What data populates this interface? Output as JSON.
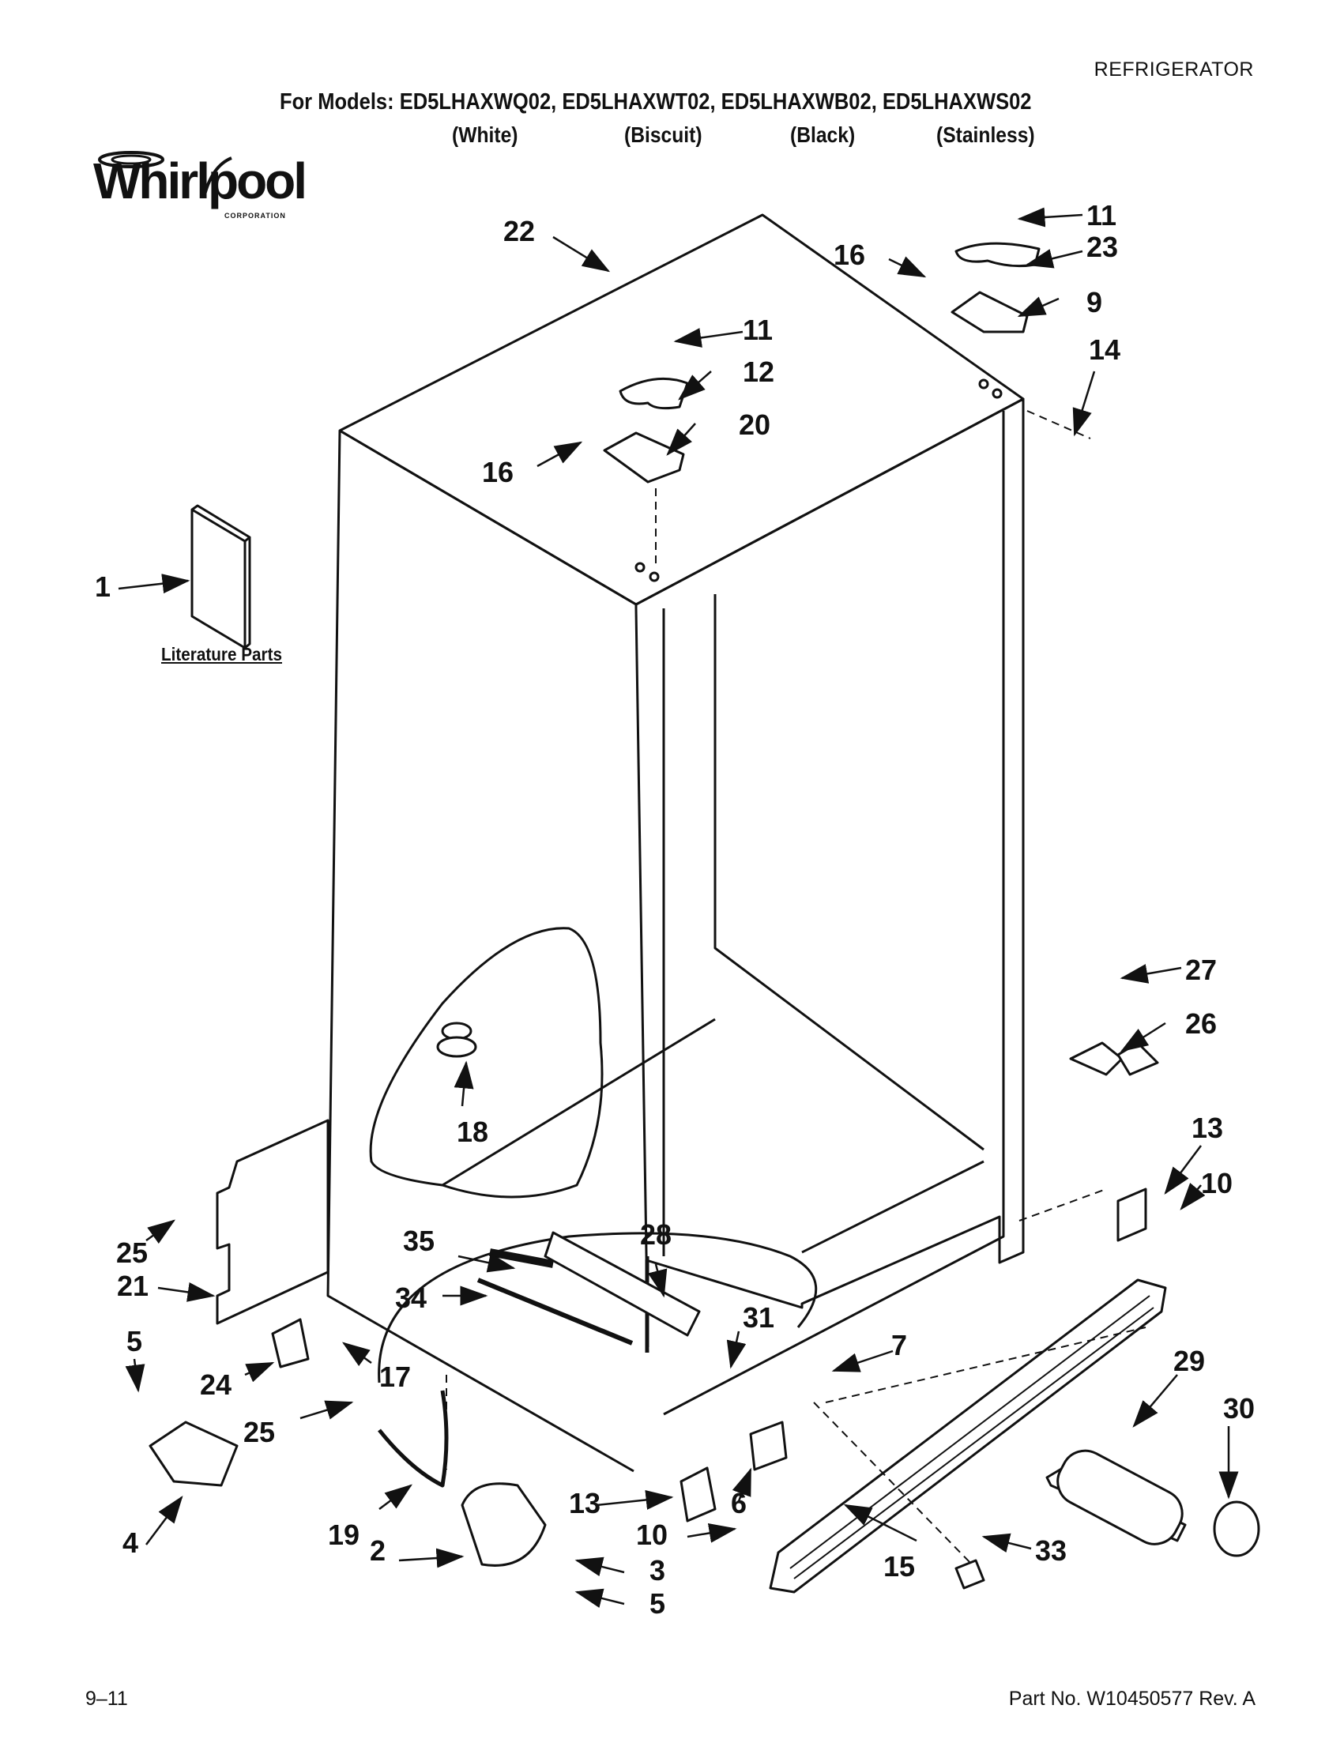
{
  "header": {
    "category": "REFRIGERATOR",
    "models_line": "For Models: ED5LHAXWQ02, ED5LHAXWT02, ED5LHAXWB02, ED5LHAXWS02",
    "variants": [
      "(White)",
      "(Biscuit)",
      "(Black)",
      "(Stainless)"
    ]
  },
  "logo": {
    "wordmark": "Whirlpool",
    "subtext": "CORPORATION"
  },
  "literature_label": "Literature Parts",
  "callouts": [
    "1",
    "2",
    "3",
    "4",
    "5",
    "5",
    "6",
    "7",
    "9",
    "10",
    "10",
    "11",
    "11",
    "12",
    "13",
    "13",
    "14",
    "15",
    "16",
    "16",
    "17",
    "18",
    "19",
    "20",
    "21",
    "22",
    "23",
    "24",
    "25",
    "25",
    "26",
    "27",
    "28",
    "29",
    "30",
    "31",
    "33",
    "34",
    "35"
  ],
  "footer": {
    "date_code": "9–11",
    "part_number": "Part No. W10450577 Rev. A"
  }
}
